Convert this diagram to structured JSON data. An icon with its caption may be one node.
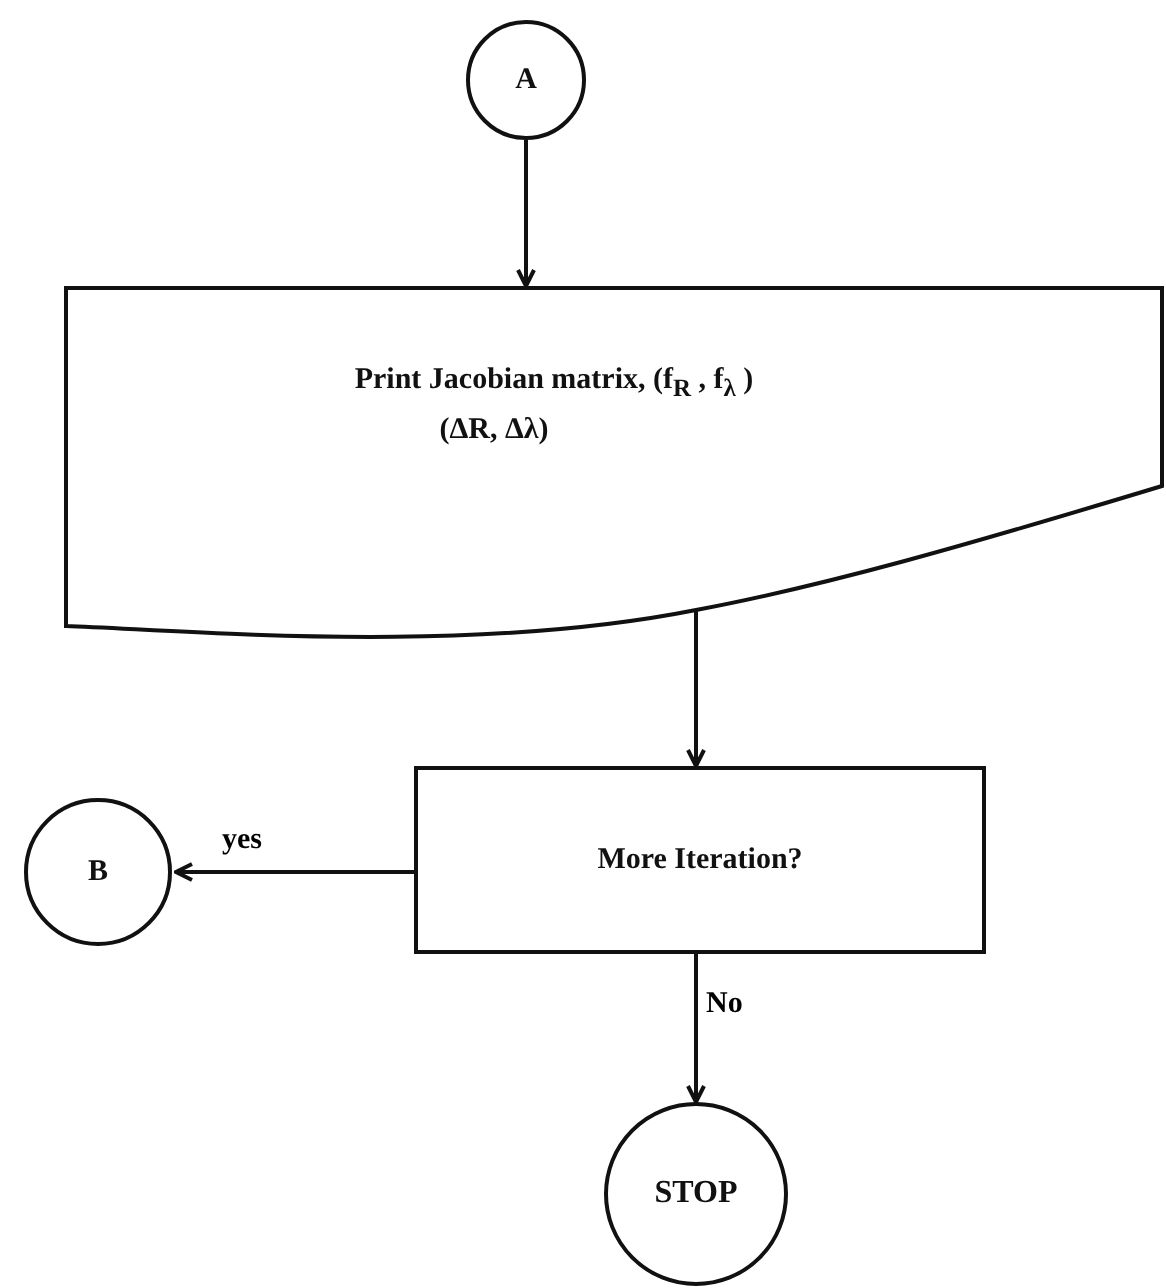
{
  "diagram": {
    "nodes": [
      {
        "text": [
          "A"
        ]
      },
      {
        "text": [
          "Print Jacobian matrix, (f$_{R}$ , f$_{λ}$ )",
          "(ΔR, Δλ)"
        ]
      },
      {
        "text": [
          "More Iteration?"
        ]
      },
      {
        "text": [
          "B"
        ]
      },
      {
        "text": [
          "STOP"
        ]
      }
    ],
    "edges": [
      {
        "from": 0,
        "to": 1,
        "arrow": "to"
      },
      {
        "from": 1,
        "to": 2,
        "arrow": "to"
      },
      {
        "from": 2,
        "to": 3,
        "arrow": "to",
        "label": "yes"
      },
      {
        "from": 2,
        "to": 4,
        "arrow": "to",
        "label": "No"
      }
    ]
  }
}
